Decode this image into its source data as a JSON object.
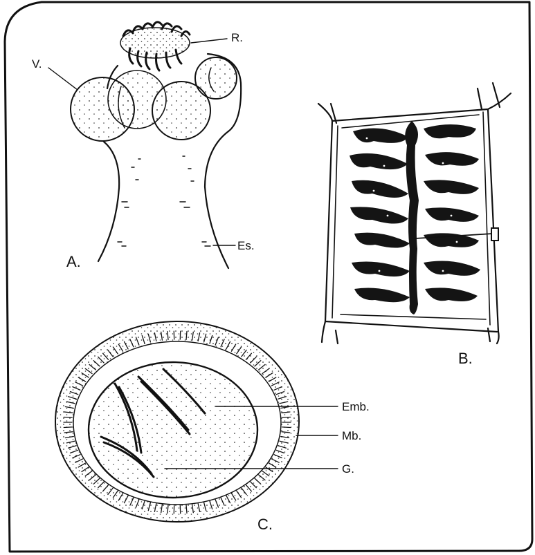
{
  "figure": {
    "panels": {
      "a": {
        "letter": "A.",
        "labels": {
          "rostellum": "R.",
          "sucker": "V.",
          "neck": "Es."
        }
      },
      "b": {
        "letter": "B."
      },
      "c": {
        "letter": "C.",
        "labels": {
          "embryo": "Emb.",
          "membrane": "Mb.",
          "hooks": "G."
        }
      }
    }
  }
}
